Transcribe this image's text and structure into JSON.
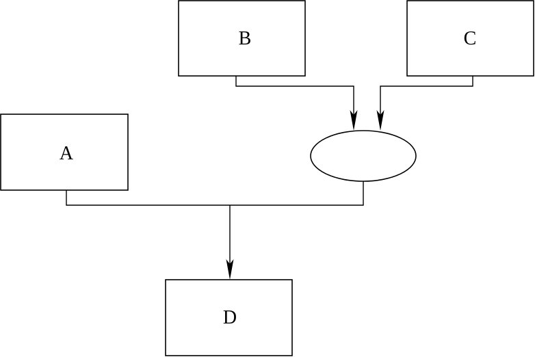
{
  "nodes": {
    "a": {
      "label": "A"
    },
    "b": {
      "label": "B"
    },
    "c": {
      "label": "C"
    },
    "d": {
      "label": "D"
    }
  },
  "edges": [
    {
      "from": "b",
      "to": "junction"
    },
    {
      "from": "c",
      "to": "junction"
    },
    {
      "from": "a",
      "to": "d"
    },
    {
      "from": "junction",
      "to": "d"
    }
  ],
  "junction": {
    "shape": "ellipse",
    "label": ""
  },
  "colors": {
    "stroke": "#000000",
    "fill": "#ffffff",
    "background": "#ffffff"
  }
}
